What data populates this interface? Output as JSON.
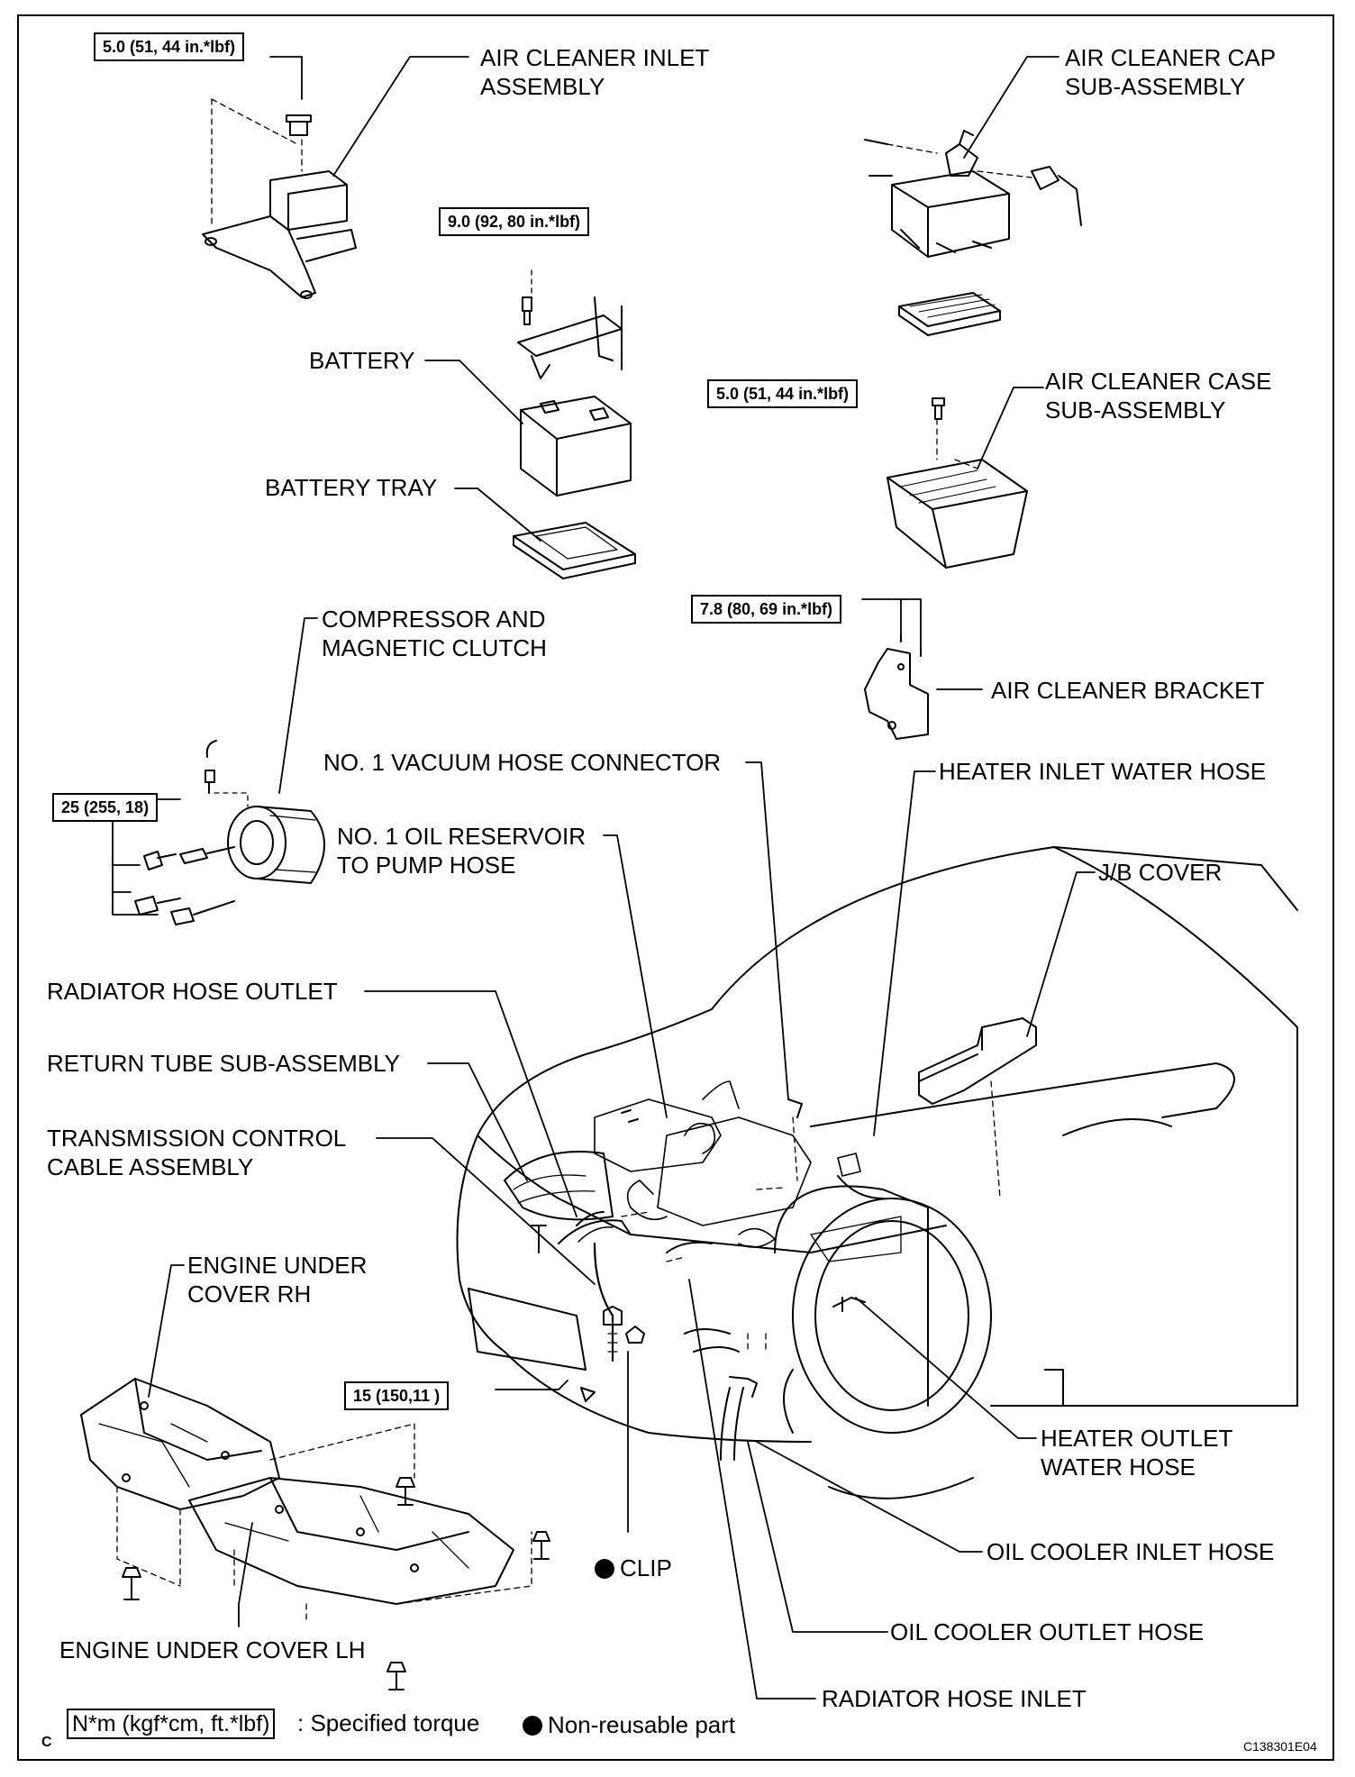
{
  "labels": {
    "air_cleaner_inlet": "AIR CLEANER INLET\nASSEMBLY",
    "air_cleaner_cap": "AIR CLEANER CAP\nSUB-ASSEMBLY",
    "battery": "BATTERY",
    "battery_tray": "BATTERY TRAY",
    "air_cleaner_case": "AIR CLEANER CASE\nSUB-ASSEMBLY",
    "compressor": "COMPRESSOR AND\nMAGNETIC CLUTCH",
    "air_cleaner_bracket": "AIR CLEANER BRACKET",
    "vacuum_hose_connector": "NO. 1 VACUUM HOSE CONNECTOR",
    "heater_inlet": "HEATER INLET WATER HOSE",
    "oil_reservoir": "NO. 1 OIL RESERVOIR\nTO PUMP HOSE",
    "jb_cover": "J/B COVER",
    "radiator_hose_outlet": "RADIATOR HOSE OUTLET",
    "return_tube": "RETURN TUBE SUB-ASSEMBLY",
    "transmission_cable": "TRANSMISSION CONTROL\nCABLE ASSEMBLY",
    "engine_under_cover_rh": "ENGINE UNDER\nCOVER RH",
    "heater_outlet": "HEATER OUTLET\nWATER HOSE",
    "clip": "CLIP",
    "oil_cooler_inlet": "OIL COOLER INLET HOSE",
    "oil_cooler_outlet": "OIL COOLER OUTLET HOSE",
    "engine_under_cover_lh": "ENGINE UNDER COVER LH",
    "radiator_hose_inlet": "RADIATOR HOSE INLET"
  },
  "torques": {
    "t_inlet": "5.0 (51, 44 in.*lbf)",
    "t_battery": "9.0 (92, 80 in.*lbf)",
    "t_case": "5.0 (51, 44 in.*lbf)",
    "t_bracket": "7.8 (80, 69 in.*lbf)",
    "t_compressor": "25 (255, 18)",
    "t_cover": "15 (150,11 )"
  },
  "legend": {
    "unit_box": "N*m (kgf*cm, ft.*lbf)",
    "unit_text": ": Specified torque",
    "nonreusable": "Non-reusable part"
  },
  "corner_letter": "C",
  "figure_id": "C138301E04"
}
